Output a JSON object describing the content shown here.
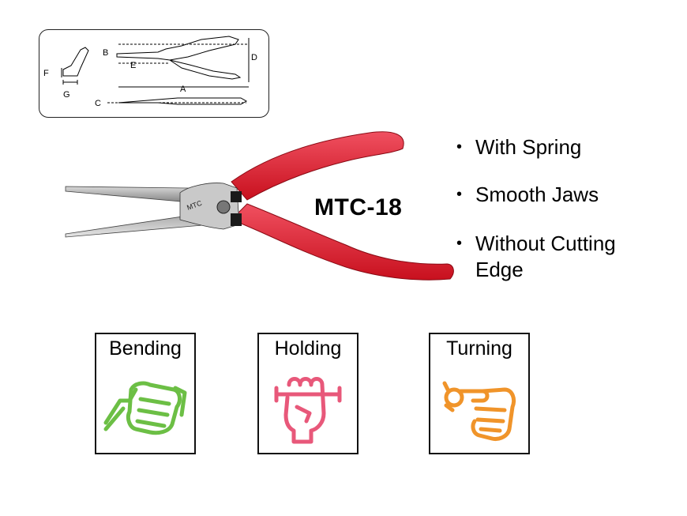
{
  "diagram": {
    "dimension_labels": [
      "A",
      "B",
      "C",
      "D",
      "E",
      "F",
      "G"
    ]
  },
  "product": {
    "model": "MTC-18",
    "brand_stamp": "MTC"
  },
  "features": [
    "With Spring",
    "Smooth  Jaws",
    "Without Cutting",
    "Edge"
  ],
  "bullet_glyph": "•",
  "functions": [
    {
      "label": "Bending",
      "icon": "bending-hand-icon",
      "color": "#6cbf45"
    },
    {
      "label": "Holding",
      "icon": "holding-fist-icon",
      "color": "#e8587a"
    },
    {
      "label": "Turning",
      "icon": "turning-hand-icon",
      "color": "#f0942a"
    }
  ],
  "colors": {
    "handle": "#e0192b",
    "steel": "#a9a9a9"
  }
}
